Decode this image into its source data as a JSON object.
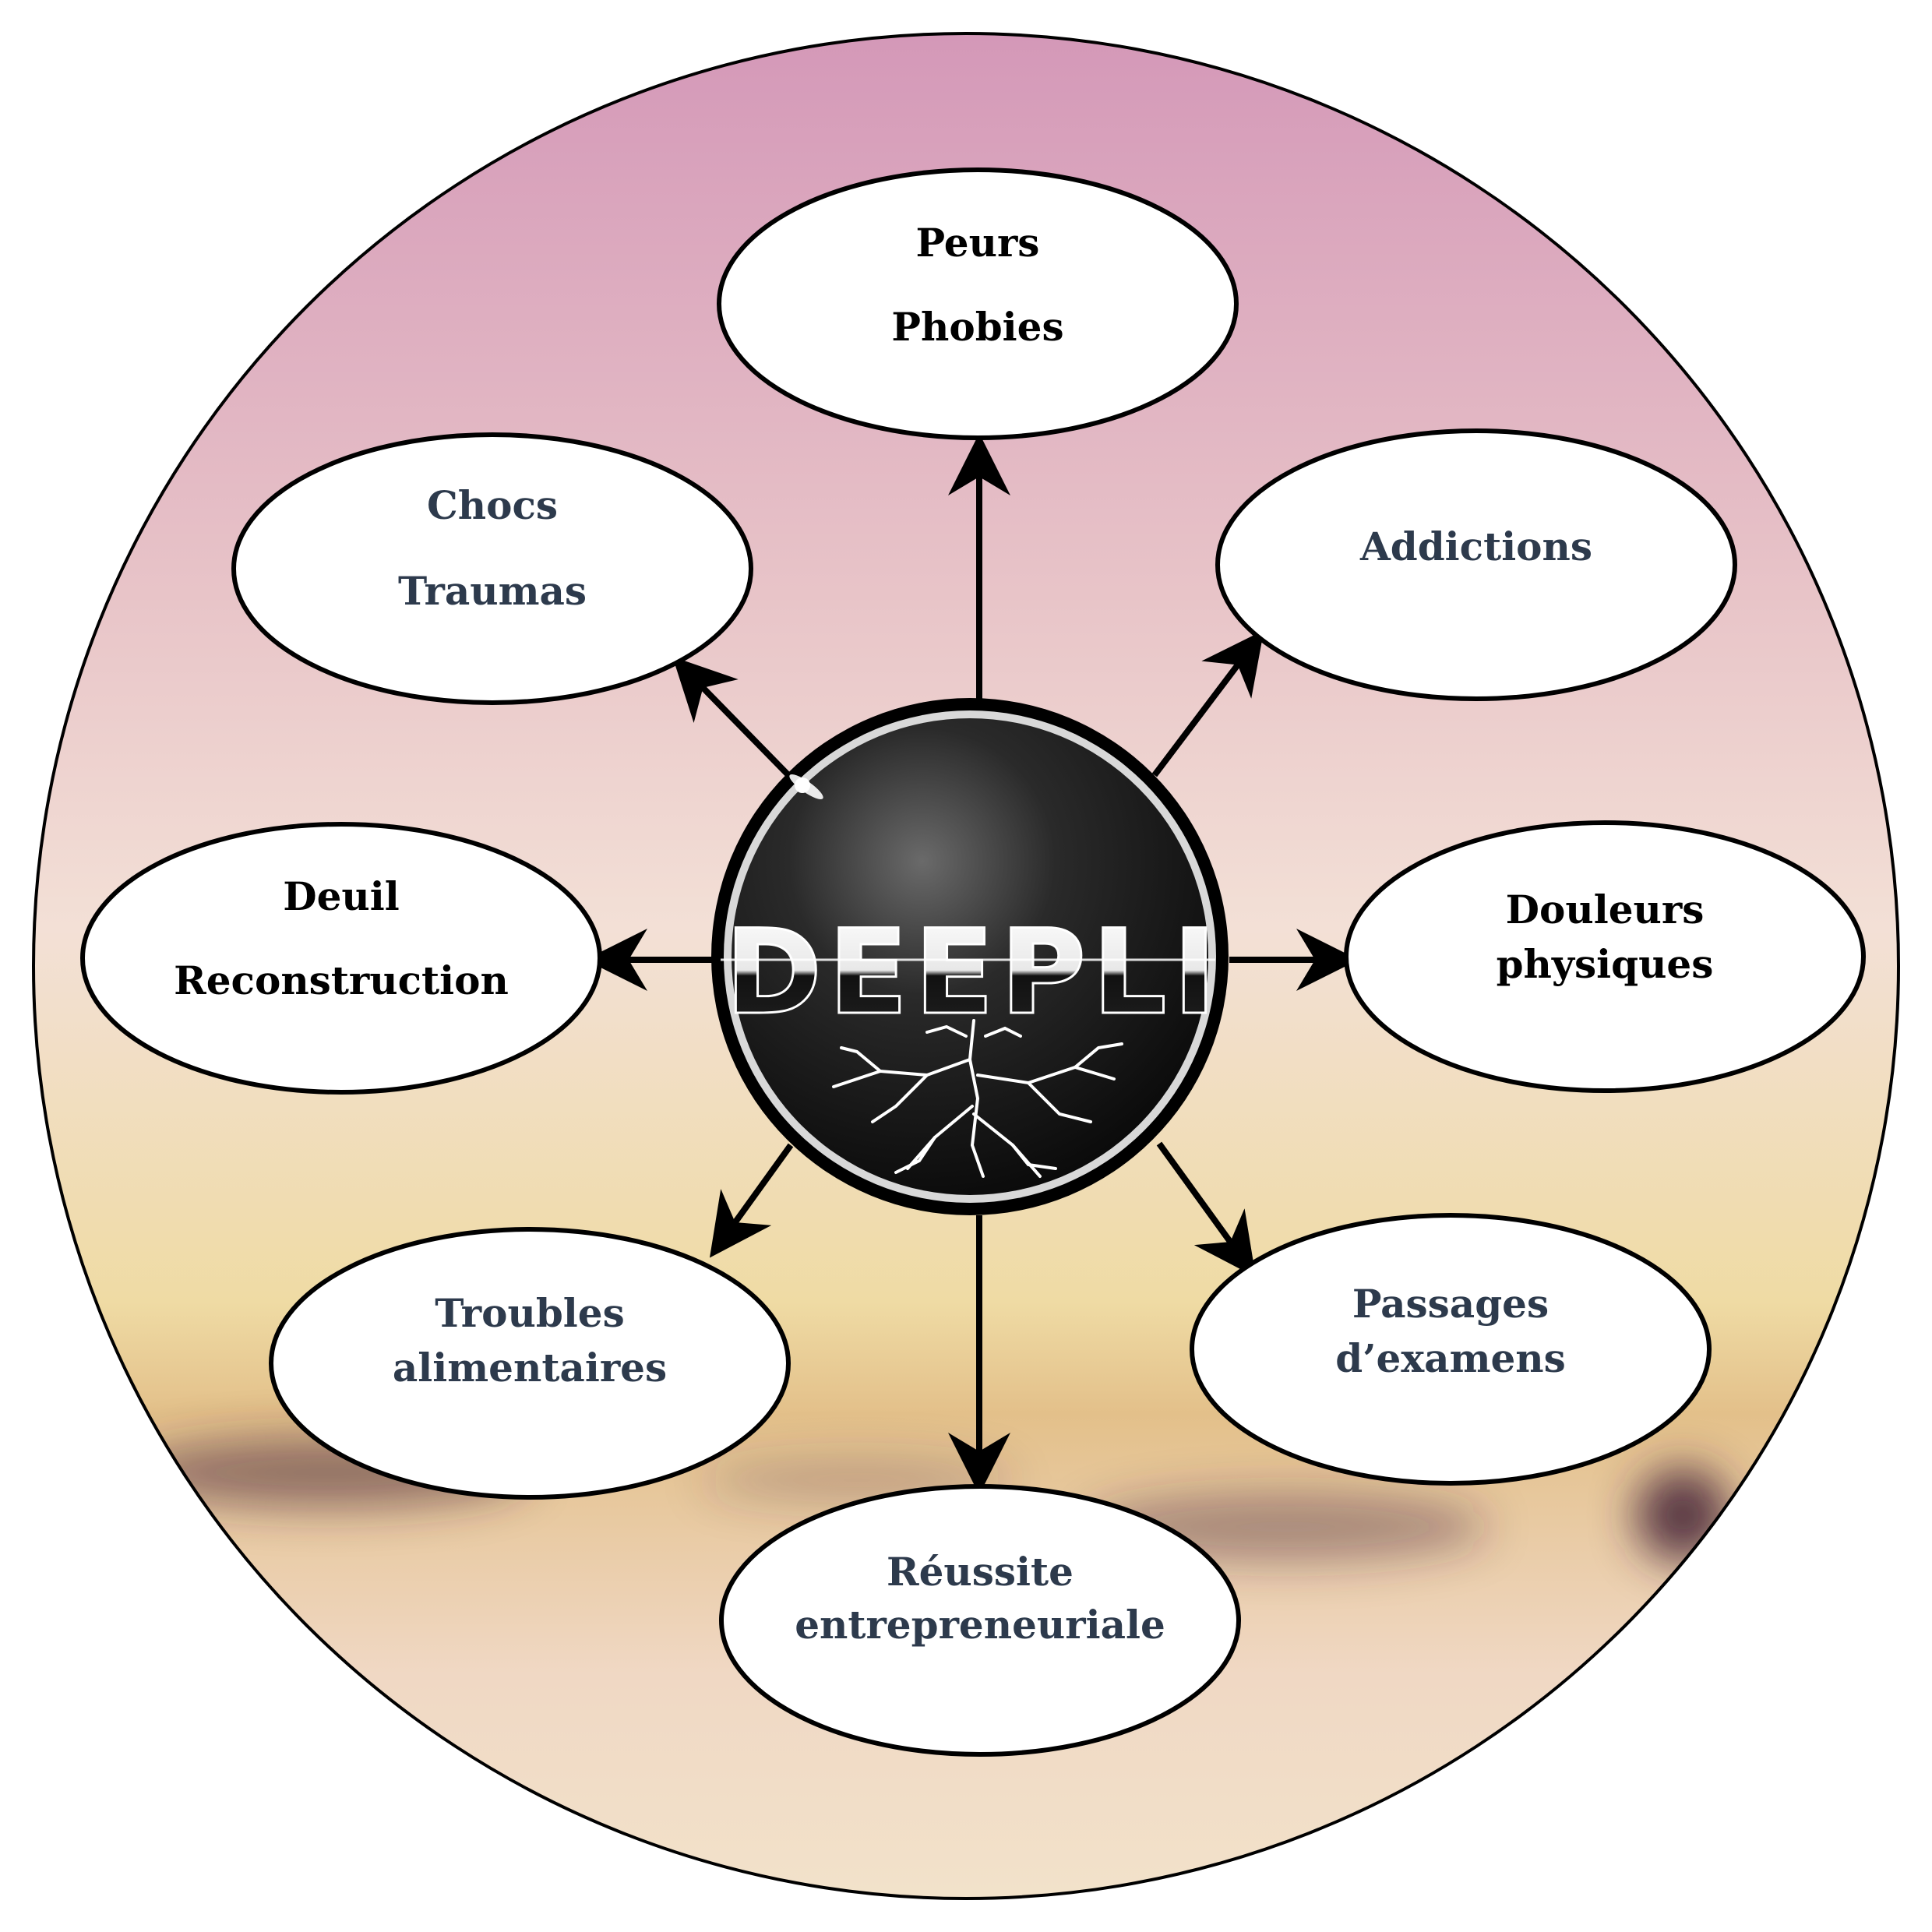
{
  "logo": {
    "text": "DEEPLI",
    "icon": "moon-roots-logo-icon"
  },
  "colors": {
    "bg_top": "#d498b8",
    "bg_upper_mid": "#e8c4c8",
    "bg_mid": "#f3e0d6",
    "bg_lower": "#efdba4",
    "dark_band": "#4a2a3c",
    "bg_bottom": "#f0d8c4",
    "node_text_dark": "#000000",
    "node_text_slate": "#2d3a4c",
    "arrow": "#000000"
  },
  "nodes": [
    {
      "id": "peurs-phobies",
      "lines": [
        "Peurs",
        "Phobies"
      ],
      "tone": "dark"
    },
    {
      "id": "addictions",
      "lines": [
        "Addictions"
      ],
      "tone": "slate"
    },
    {
      "id": "douleurs-physiques",
      "lines": [
        "Douleurs",
        "physiques"
      ],
      "tone": "dark"
    },
    {
      "id": "passages-examens",
      "lines": [
        "Passages",
        "d’examens"
      ],
      "tone": "slate"
    },
    {
      "id": "reussite-entrepreneuriale",
      "lines": [
        "Réussite",
        "entrepreneuriale"
      ],
      "tone": "slate"
    },
    {
      "id": "troubles-alimentaires",
      "lines": [
        "Troubles",
        "alimentaires"
      ],
      "tone": "slate"
    },
    {
      "id": "deuil-reconstruction",
      "lines": [
        "Deuil",
        "Reconstruction"
      ],
      "tone": "dark"
    },
    {
      "id": "chocs-traumas",
      "lines": [
        "Chocs",
        "Traumas"
      ],
      "tone": "slate"
    }
  ]
}
